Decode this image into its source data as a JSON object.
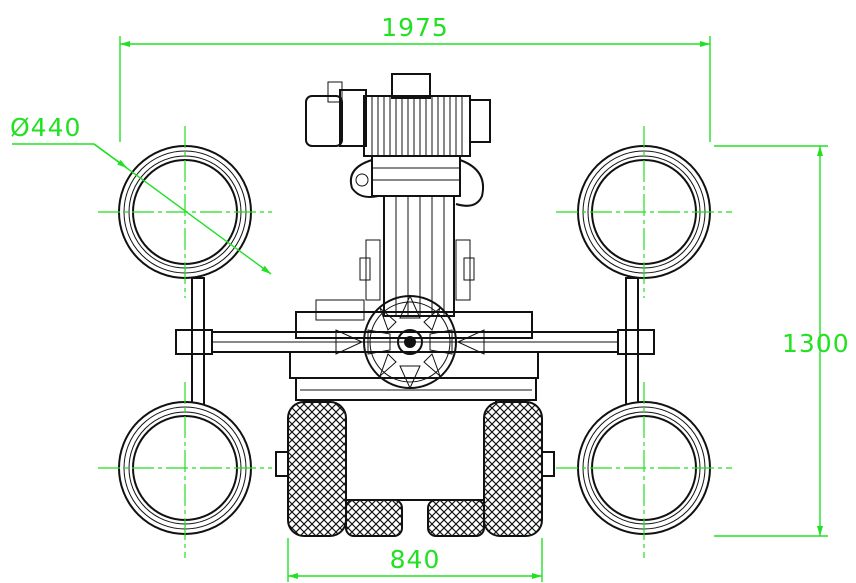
{
  "colors": {
    "dimension": "#22e022",
    "drawing": "#111111",
    "background": "#ffffff"
  },
  "dimensions": {
    "overall_width": "1975",
    "cup_diameter": "Ø440",
    "overall_length": "1300",
    "track_width": "840"
  }
}
